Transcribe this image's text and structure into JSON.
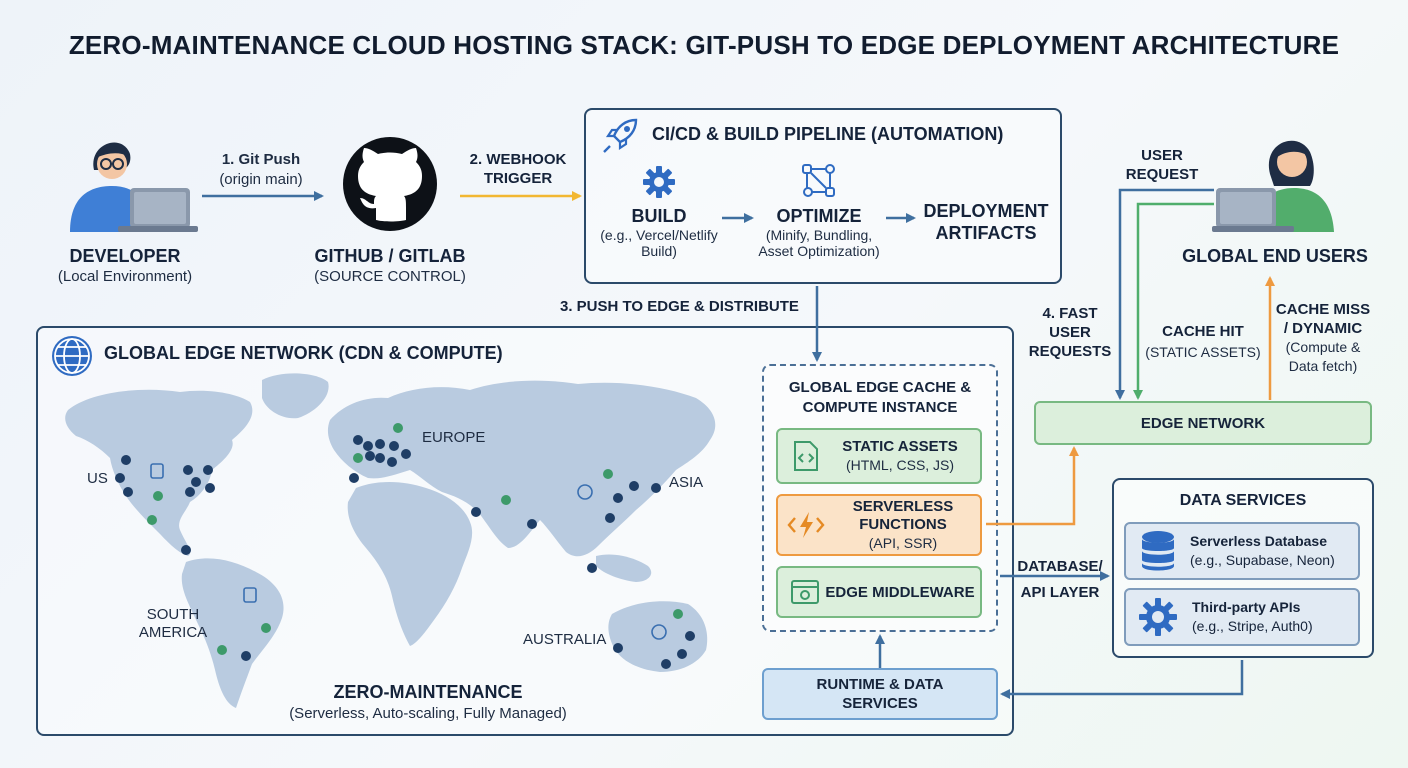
{
  "title": "ZERO-MAINTENANCE CLOUD HOSTING STACK: GIT-PUSH TO EDGE DEPLOYMENT ARCHITECTURE",
  "developer": {
    "name": "DEVELOPER",
    "sub": "(Local Environment)"
  },
  "step1": {
    "line1": "1. Git Push",
    "line2": "(origin main)"
  },
  "github": {
    "name": "GITHUB / GITLAB",
    "sub": "(SOURCE CONTROL)"
  },
  "step2": {
    "line1": "2. WEBHOOK",
    "line2": "TRIGGER"
  },
  "pipeline": {
    "title": "CI/CD & BUILD PIPELINE (AUTOMATION)",
    "build": {
      "name": "BUILD",
      "line1": "(e.g., Vercel/Netlify",
      "line2": "Build)"
    },
    "optimize": {
      "name": "OPTIMIZE",
      "line1": "(Minify, Bundling,",
      "line2": "Asset Optimization)"
    },
    "artifacts": {
      "line1": "DEPLOYMENT",
      "line2": "ARTIFACTS"
    }
  },
  "step3": "3. PUSH TO EDGE & DISTRIBUTE",
  "network": {
    "title": "GLOBAL EDGE NETWORK (CDN & COMPUTE)",
    "regions": {
      "us": "US",
      "europe": "EUROPE",
      "asia": "ASIA",
      "south_america_1": "SOUTH",
      "south_america_2": "AMERICA",
      "australia": "AUSTRALIA"
    },
    "footer_title": "ZERO-MAINTENANCE",
    "footer_sub": "(Serverless, Auto-scaling, Fully Managed)"
  },
  "edge_instance": {
    "title1": "GLOBAL EDGE CACHE &",
    "title2": "COMPUTE INSTANCE",
    "static": {
      "name": "STATIC ASSETS",
      "sub": "(HTML, CSS, JS)"
    },
    "serverless": {
      "name1": "SERVERLESS",
      "name2": "FUNCTIONS",
      "sub": "(API, SSR)"
    },
    "middleware": {
      "name": "EDGE MIDDLEWARE"
    }
  },
  "runtime": {
    "line1": "RUNTIME & DATA",
    "line2": "SERVICES"
  },
  "users": {
    "name": "GLOBAL END USERS",
    "request1": "USER",
    "request2": "REQUEST"
  },
  "step4": {
    "line1": "4. FAST",
    "line2": "USER",
    "line3": "REQUESTS"
  },
  "cache_hit": {
    "line1": "CACHE HIT",
    "line2": "(STATIC ASSETS)"
  },
  "cache_miss": {
    "line1": "CACHE MISS",
    "line2": "/ DYNAMIC",
    "line3": "(Compute &",
    "line4": "Data fetch)"
  },
  "edge_network": "EDGE NETWORK",
  "db_layer": {
    "line1": "DATABASE/",
    "line2": "API LAYER"
  },
  "data_services": {
    "title": "DATA SERVICES",
    "db": {
      "name": "Serverless Database",
      "sub": "(e.g., Supabase, Neon)"
    },
    "api": {
      "name": "Third-party APIs",
      "sub": "(e.g., Stripe, Auth0)"
    }
  },
  "colors": {
    "navy": "#2b4a6a",
    "blue_arrow": "#3f6f9f",
    "yellow_arrow": "#f2b731",
    "green_arrow": "#4fae6c",
    "orange_arrow": "#ee9a40",
    "dot_navy": "#1f3e66",
    "dot_green": "#3d9a6a",
    "map": "#b9cbe0"
  }
}
